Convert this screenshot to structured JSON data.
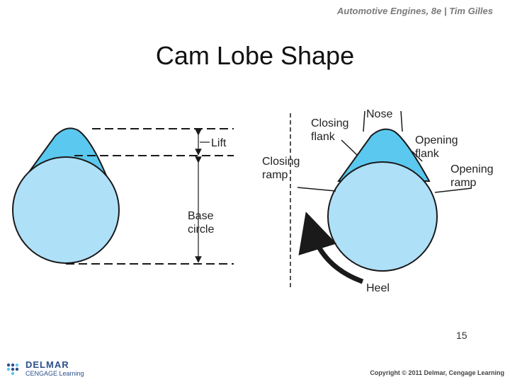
{
  "header": {
    "credit": "Automotive Engines, 8e  |  Tim Gilles"
  },
  "slide": {
    "title": "Cam Lobe Shape",
    "page_number": "15"
  },
  "diagram": {
    "left": {
      "lift_label": "Lift",
      "base_circle_label": [
        "Base",
        "circle"
      ]
    },
    "right": {
      "nose_label": "Nose",
      "closing_flank_label": [
        "Closing",
        "flank"
      ],
      "opening_flank_label": [
        "Opening",
        "flank"
      ],
      "closing_ramp_label": [
        "Closing",
        "ramp"
      ],
      "opening_ramp_label": [
        "Opening",
        "ramp"
      ],
      "heel_label": "Heel"
    },
    "colors": {
      "lobe_nose": "#5bc8ef",
      "base_circle": "#aee0f8",
      "outline": "#1a1a1a"
    }
  },
  "footer": {
    "logo_top": "DELMAR",
    "logo_bottom": "CENGAGE Learning",
    "copyright": "Copyright © 2011 Delmar, Cengage Learning"
  }
}
